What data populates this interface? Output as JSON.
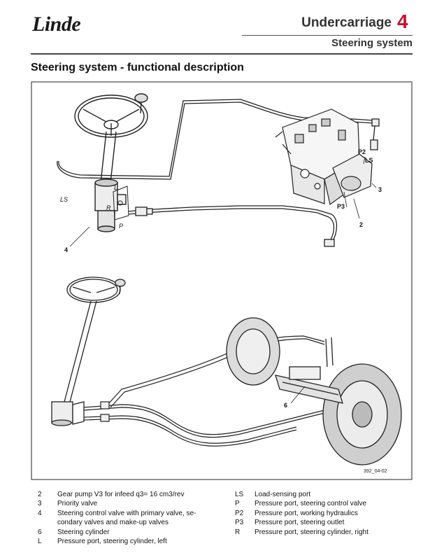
{
  "header": {
    "logo_text": "Linde",
    "chapter_title": "Undercarriage",
    "chapter_number": "4",
    "section_title": "Steering system"
  },
  "page": {
    "heading": "Steering system - functional description"
  },
  "figure": {
    "reference": "392_04-02",
    "callouts": {
      "p2": "P2",
      "ls_valve": "LS",
      "n3": "3",
      "p3": "P3",
      "n2": "2",
      "l": "L",
      "r": "R",
      "p": "P",
      "ls_unit": "LS",
      "n4": "4",
      "n6": "6"
    }
  },
  "legend": {
    "left": [
      {
        "code": "2",
        "text": "Gear pump V3 for infeed q3= 16 cm3/rev"
      },
      {
        "code": "3",
        "text": "Priority valve"
      },
      {
        "code": "4",
        "text": "Steering control valve with primary valve, se-"
      },
      {
        "code": "",
        "text": "condary valves and make-up valves"
      },
      {
        "code": "6",
        "text": "Steering cylinder"
      },
      {
        "code": "L",
        "text": "Pressure port, steering cylinder, left"
      }
    ],
    "right": [
      {
        "code": "LS",
        "text": "Load-sensing port"
      },
      {
        "code": "P",
        "text": "Pressure port, steering control valve"
      },
      {
        "code": "P2",
        "text": "Pressure port, working hydraulics"
      },
      {
        "code": "P3",
        "text": "Pressure port, steering outlet"
      },
      {
        "code": "R",
        "text": "Pressure port, steering cylinder, right"
      }
    ]
  }
}
